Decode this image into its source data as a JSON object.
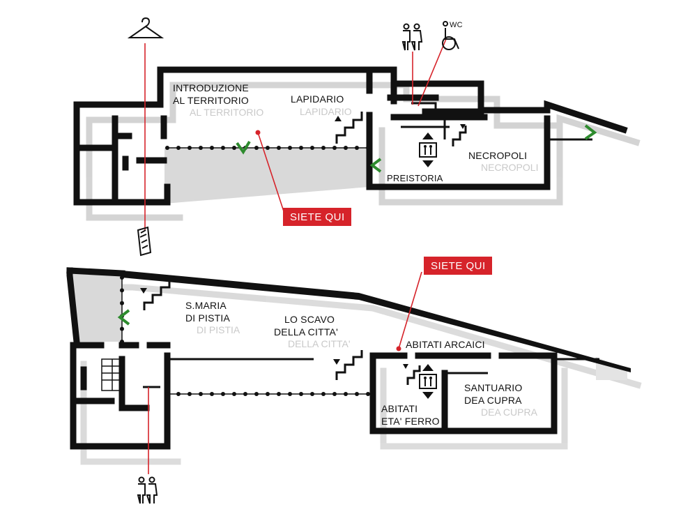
{
  "colors": {
    "wall": "#111111",
    "shade": "#d9d9d9",
    "accent_red": "#d6232a",
    "arrow_green": "#2e8b2e",
    "shadow_text": "#c9c9c9"
  },
  "upper_floor": {
    "rooms": {
      "introduzione_line1": "INTRODUZIONE",
      "introduzione_line2": "AL TERRITORIO",
      "lapidario": "LAPIDARIO",
      "preistoria": "PREISTORIA",
      "necropoli": "NECROPOLI"
    },
    "wc_label": "WC",
    "you_are_here": "SIETE QUI",
    "icons": [
      "coat-hanger-icon",
      "restroom-icon",
      "wheelchair-icon",
      "elevator-icon",
      "brochure-icon",
      "stairs-icon"
    ]
  },
  "lower_floor": {
    "rooms": {
      "santa_maria_line1": "S.MARIA",
      "santa_maria_line2": "DI PISTIA",
      "scavo_line1": "LO SCAVO",
      "scavo_line2": "DELLA CITTA'",
      "abitati_arcaici": "ABITATI ARCAICI",
      "abitati_ferro_line1": "ABITATI",
      "abitati_ferro_line2": "ETA' FERRO",
      "santuario_line1": "SANTUARIO",
      "santuario_line2": "DEA CUPRA"
    },
    "you_are_here": "SIETE QUI",
    "icons": [
      "restroom-icon",
      "elevator-icon",
      "stairs-icon"
    ]
  }
}
